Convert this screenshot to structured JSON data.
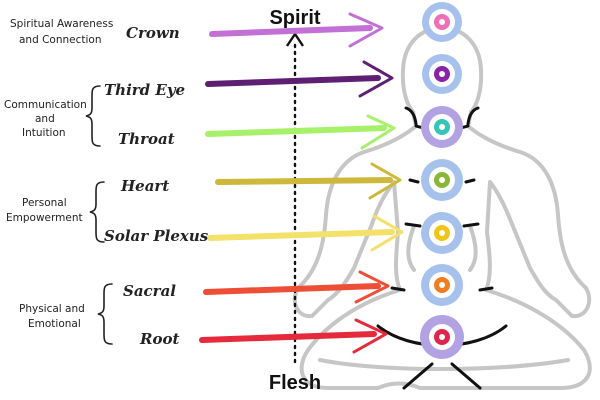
{
  "groups": [
    {
      "line1": "Spiritual Awareness",
      "line2": "and Connection",
      "line3": ""
    },
    {
      "line1": "Communication",
      "line2": "and",
      "line3": "Intuition"
    },
    {
      "line1": "Personal",
      "line2": "Empowerment",
      "line3": ""
    },
    {
      "line1": "Physical and",
      "line2": "Emotional",
      "line3": ""
    }
  ],
  "chakras": [
    {
      "name": "Crown",
      "outer": "#a6c2ec",
      "mid": "#ffffff",
      "inner": "#ee6fb2",
      "arrow": "#c270d6"
    },
    {
      "name": "Third Eye",
      "outer": "#a6c2ec",
      "mid": "#ffffff",
      "inner": "#8a22a8",
      "arrow": "#5e1f73"
    },
    {
      "name": "Throat",
      "outer": "#b3a2e3",
      "mid": "#ffffff",
      "inner": "#34c6b4",
      "arrow": "#a6f06a"
    },
    {
      "name": "Heart",
      "outer": "#a6c2ec",
      "mid": "#ffffff",
      "inner": "#8ab63a",
      "arrow": "#cdb83a"
    },
    {
      "name": "Solar Plexus",
      "outer": "#a6c2ec",
      "mid": "#ffffff",
      "inner": "#f2c418",
      "arrow": "#f3e16a"
    },
    {
      "name": "Sacral",
      "outer": "#a6c2ec",
      "mid": "#ffffff",
      "inner": "#f07d1f",
      "arrow": "#ee4e36"
    },
    {
      "name": "Root",
      "outer": "#b3a2e3",
      "mid": "#ffffff",
      "inner": "#e0254c",
      "arrow": "#e52a3c"
    }
  ],
  "axis": {
    "top": "Spirit",
    "bottom": "Flesh"
  }
}
